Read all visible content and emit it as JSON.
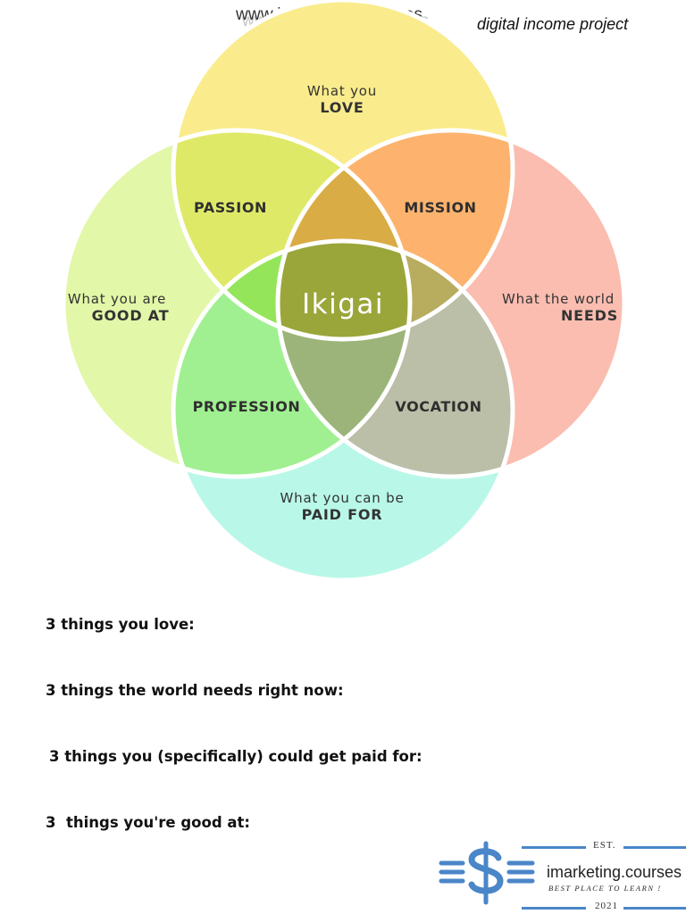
{
  "header": {
    "url": "www.imarketing.courses",
    "project": "digital income project"
  },
  "diagram": {
    "love": {
      "line1": "What you",
      "line2": "LOVE"
    },
    "good_at": {
      "line1": "What you are",
      "line2": "GOOD AT"
    },
    "world_needs": {
      "line1": "What the world",
      "line2": "NEEDS"
    },
    "paid_for": {
      "line1": "What you can be",
      "line2": "PAID FOR"
    },
    "passion": "PASSION",
    "mission": "MISSION",
    "profession": "PROFESSION",
    "vocation": "VOCATION",
    "center": "Ikigai",
    "colors": {
      "love": "#faec8c",
      "good_at": "#e2f7a8",
      "world_needs": "#fbbdb0",
      "paid_for": "#b9f8e8",
      "passion": "#dfe968",
      "mission": "#fdb36e",
      "profession": "#a0f091",
      "vocation": "#bbbfa8",
      "center": "#9aa63a"
    }
  },
  "prompts": [
    "3 things you love:",
    "3 things the world needs right now:",
    "3 things you (specifically) could get paid for:",
    "3  things you're good at:"
  ],
  "logo": {
    "est": "EST.",
    "name": "imarketing.courses",
    "tagline": "BEST PLACE TO LEARN !",
    "year": "2021",
    "brand_color": "#4a86c8"
  }
}
